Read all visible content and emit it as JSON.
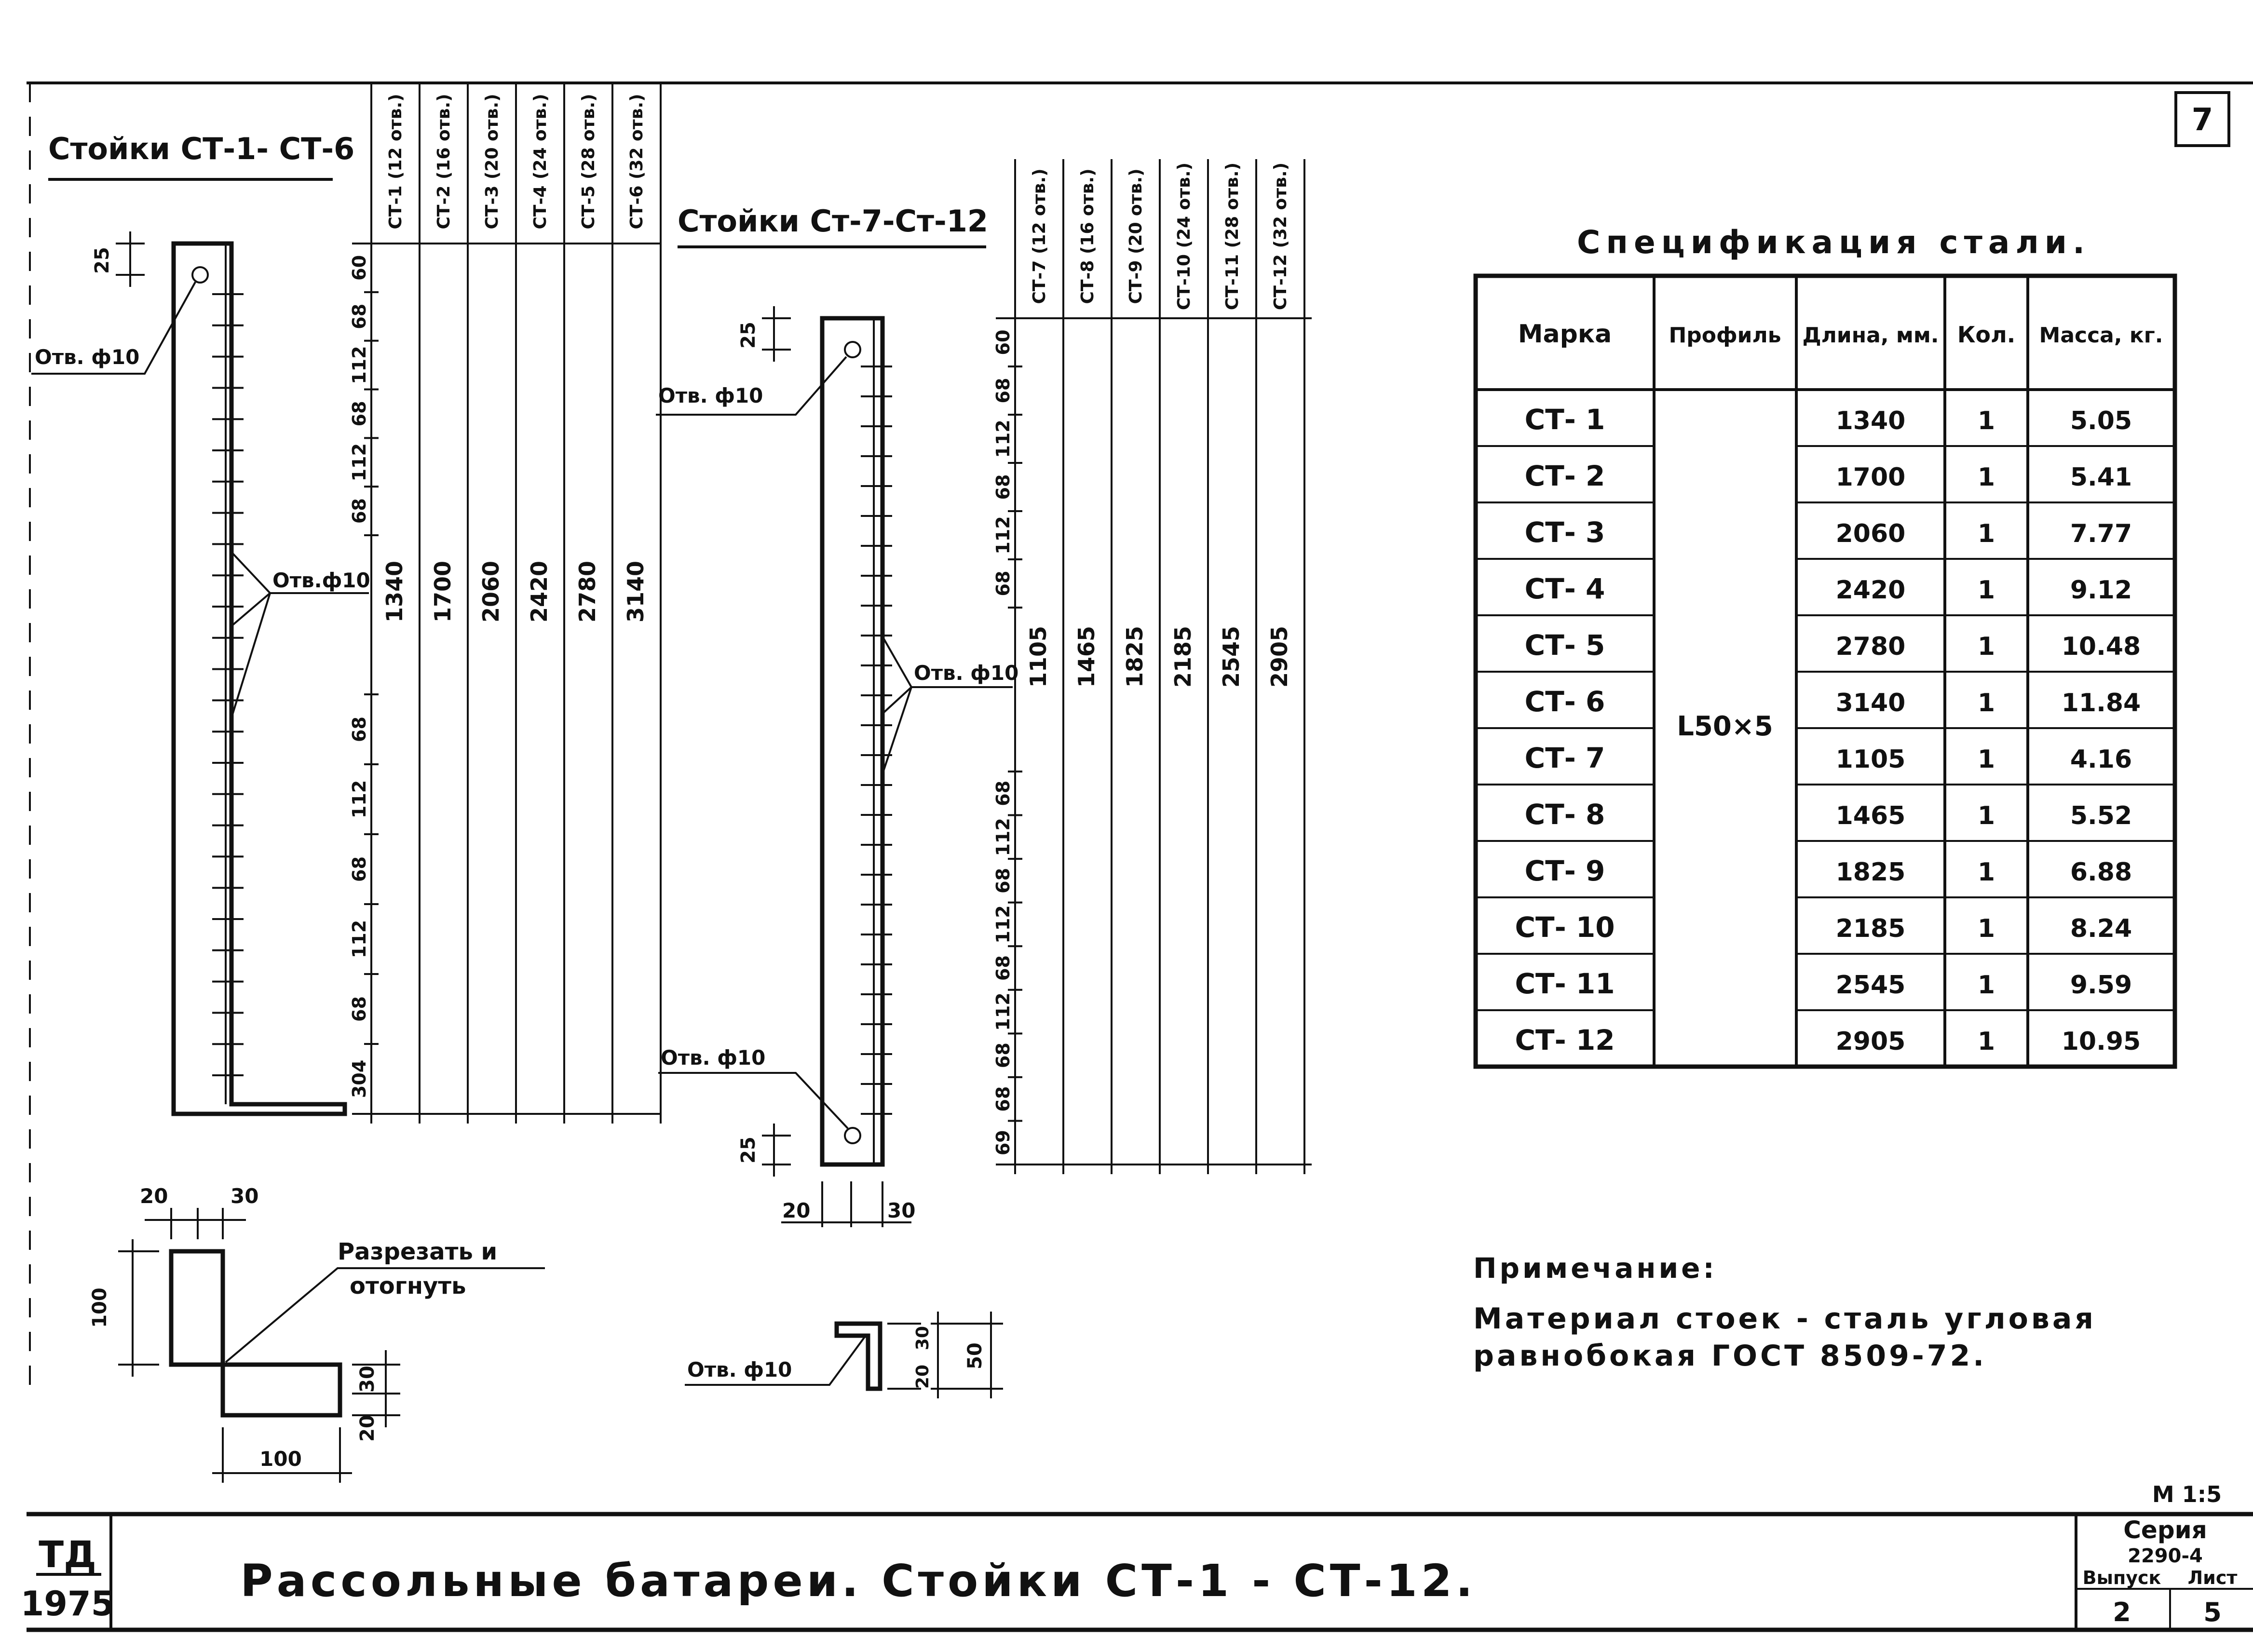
{
  "sheet_number": "7",
  "group1": {
    "title": "Стойки СТ-1- СТ-6",
    "hole_top": "Отв. ф10",
    "hole_side": "Отв.ф10",
    "dim_top": "25",
    "dims_top": [
      "60",
      "68",
      "112",
      "68",
      "112",
      "68"
    ],
    "dims_bottom": [
      "68",
      "112",
      "68",
      "112",
      "68",
      "304"
    ],
    "columns": [
      {
        "label": "СТ-1 (12 отв.)",
        "length": "1340"
      },
      {
        "label": "СТ-2 (16 отв.)",
        "length": "1700"
      },
      {
        "label": "СТ-3 (20 отв.)",
        "length": "2060"
      },
      {
        "label": "СТ-4 (24 отв.)",
        "length": "2420"
      },
      {
        "label": "СТ-5 (28 отв.)",
        "length": "2780"
      },
      {
        "label": "СТ-6 (32 отв.)",
        "length": "3140"
      }
    ]
  },
  "group2": {
    "title": "Стойки Ст-7-Ст-12",
    "hole_top": "Отв. ф10",
    "hole_mid": "Отв. ф10",
    "hole_bottom": "Отв. ф10",
    "dim_top": "25",
    "dim_bottom": "25",
    "dims_top": [
      "60",
      "68",
      "112",
      "68",
      "112",
      "68"
    ],
    "dims_bottom": [
      "68",
      "112",
      "68",
      "112",
      "68",
      "112",
      "68",
      "68",
      "69"
    ],
    "width_dims": [
      "20",
      "30"
    ],
    "columns": [
      {
        "label": "СТ-7 (12 отв.)",
        "length": "1105"
      },
      {
        "label": "СТ-8 (16 отв.)",
        "length": "1465"
      },
      {
        "label": "СТ-9 (20 отв.)",
        "length": "1825"
      },
      {
        "label": "СТ-10 (24 отв.)",
        "length": "2185"
      },
      {
        "label": "СТ-11 (28 отв.)",
        "length": "2545"
      },
      {
        "label": "СТ-12 (32 отв.)",
        "length": "2905"
      }
    ]
  },
  "detail_cut": {
    "note_line1": "Разрезать и",
    "note_line2": "отогнуть",
    "dims_top": [
      "20",
      "30"
    ],
    "dim_height": "100",
    "dim_width": "100",
    "dims_right": [
      "30",
      "20"
    ]
  },
  "detail_angle": {
    "hole": "Отв. ф10",
    "dims": [
      "20",
      "30",
      "50"
    ]
  },
  "spec": {
    "title": "Спецификация стали.",
    "headers": [
      "Марка",
      "Профиль",
      "Длина, мм.",
      "Кол.",
      "Масса, кг."
    ],
    "profile": "L50×5",
    "rows": [
      [
        "СТ- 1",
        "1340",
        "1",
        "5.05"
      ],
      [
        "СТ- 2",
        "1700",
        "1",
        "5.41"
      ],
      [
        "СТ- 3",
        "2060",
        "1",
        "7.77"
      ],
      [
        "СТ- 4",
        "2420",
        "1",
        "9.12"
      ],
      [
        "СТ- 5",
        "2780",
        "1",
        "10.48"
      ],
      [
        "СТ- 6",
        "3140",
        "1",
        "11.84"
      ],
      [
        "СТ- 7",
        "1105",
        "1",
        "4.16"
      ],
      [
        "СТ- 8",
        "1465",
        "1",
        "5.52"
      ],
      [
        "СТ- 9",
        "1825",
        "1",
        "6.88"
      ],
      [
        "СТ- 10",
        "2185",
        "1",
        "8.24"
      ],
      [
        "СТ- 11",
        "2545",
        "1",
        "9.59"
      ],
      [
        "СТ- 12",
        "2905",
        "1",
        "10.95"
      ]
    ]
  },
  "note": {
    "heading": "Примечание:",
    "line1": "Материал стоек - сталь угловая",
    "line2": "равнобокая ГОСТ 8509-72."
  },
  "title_block": {
    "org": "ТД",
    "year": "1975",
    "title": "Рассольные батареи. Стойки СТ-1 - СТ-12.",
    "scale": "М 1:5",
    "series_label": "Серия",
    "series": "2290-4",
    "issue_label": "Выпуск",
    "sheet_label": "Лист",
    "issue": "2",
    "sheet": "5"
  }
}
